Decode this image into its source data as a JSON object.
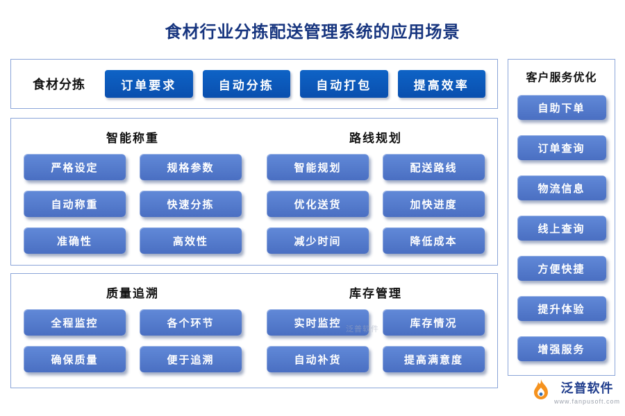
{
  "title": "食材行业分拣配送管理系统的应用场景",
  "colors": {
    "title": "#17357f",
    "dark_button": "#0a52b0",
    "pill_button": "#4e74c6",
    "border": "#8aa4d8",
    "logo_orange": "#f5921e"
  },
  "top_section": {
    "label": "食材分拣",
    "buttons": [
      "订单要求",
      "自动分拣",
      "自动打包",
      "提高效率"
    ]
  },
  "middle_section": {
    "groups": [
      {
        "title": "智能称重",
        "buttons": [
          "严格设定",
          "规格参数",
          "自动称重",
          "快速分拣",
          "准确性",
          "高效性"
        ]
      },
      {
        "title": "路线规划",
        "buttons": [
          "智能规划",
          "配送路线",
          "优化送货",
          "加快进度",
          "减少时间",
          "降低成本"
        ]
      }
    ]
  },
  "bottom_section": {
    "groups": [
      {
        "title": "质量追溯",
        "buttons": [
          "全程监控",
          "各个环节",
          "确保质量",
          "便于追溯"
        ]
      },
      {
        "title": "库存管理",
        "buttons": [
          "实时监控",
          "库存情况",
          "自动补货",
          "提高满意度"
        ]
      }
    ]
  },
  "sidebar": {
    "title": "客户服务优化",
    "buttons": [
      "自助下单",
      "订单查询",
      "物流信息",
      "线上查询",
      "方便快捷",
      "提升体验",
      "增强服务"
    ]
  },
  "watermark": "泛普软件",
  "footer": {
    "brand": "泛普软件",
    "url": "www.fanpusoft.com"
  }
}
